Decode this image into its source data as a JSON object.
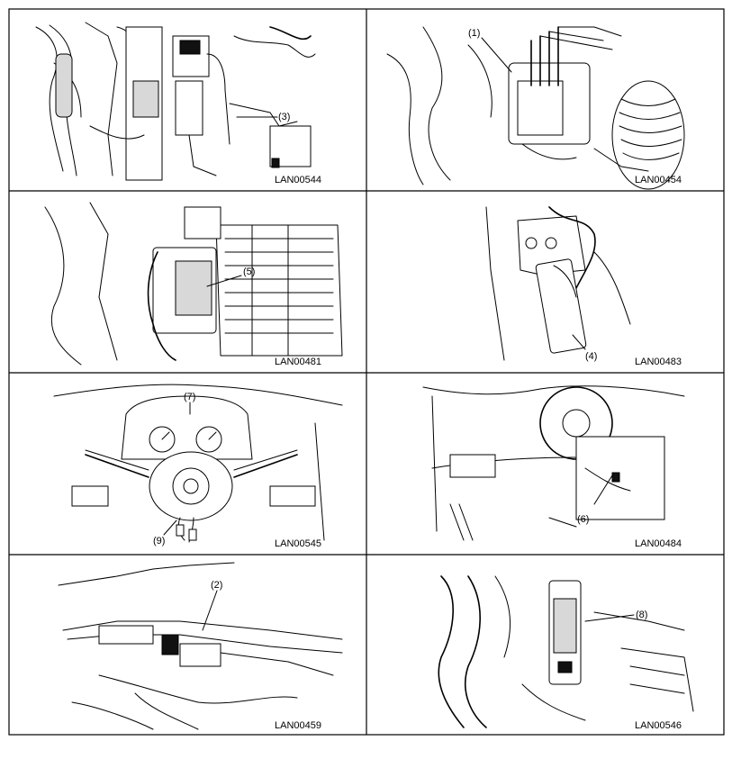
{
  "panels": [
    {
      "id": "LAN00544",
      "callouts": [
        "(3)"
      ]
    },
    {
      "id": "LAN00454",
      "callouts": [
        "(1)"
      ]
    },
    {
      "id": "LAN00481",
      "callouts": [
        "(5)"
      ]
    },
    {
      "id": "LAN00483",
      "callouts": [
        "(4)"
      ]
    },
    {
      "id": "LAN00545",
      "callouts": [
        "(7)",
        "(9)"
      ]
    },
    {
      "id": "LAN00484",
      "callouts": [
        "(6)"
      ]
    },
    {
      "id": "LAN00459",
      "callouts": [
        "(2)"
      ]
    },
    {
      "id": "LAN00546",
      "callouts": [
        "(8)"
      ]
    }
  ]
}
